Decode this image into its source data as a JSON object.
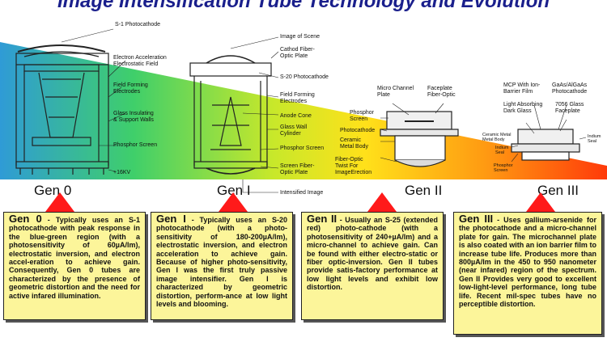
{
  "title": "Image Intensification Tube Technology and Evolution",
  "colors": {
    "title": "#1a1f8c",
    "card_bg": "#fcf59a",
    "pointer": "#ff1a1a",
    "gradient": [
      "#2f9bd6",
      "#3fcf6a",
      "#c8e82a",
      "#ffe11a",
      "#ff9a12",
      "#ff3a0a"
    ]
  },
  "generations": [
    {
      "name": "Gen 0"
    },
    {
      "name": "Gen I"
    },
    {
      "name": "Gen II"
    },
    {
      "name": "Gen III"
    }
  ],
  "labels": {
    "gen0": [
      "S-1 Photocathode",
      "Electron Acceleration\nElectrostatic Field",
      "Field Forming\nElectrodes",
      "Glass Insulating\n& Support Walls",
      "Phosphor Screen",
      "+16KV"
    ],
    "gen1": [
      "Image of Scene",
      "Cathod Fiber-\nOptic Plate",
      "S-20 Photocathode",
      "Field Forming\nElectrodes",
      "Anode Cone",
      "Glass Wall\nCylinder",
      "Phosphor Screen",
      "Screen Fiber-\nOptic Plate",
      "Intensified Image"
    ],
    "gen2": [
      "Micro Channel\nPlate",
      "Faceplate\nFiber-Optic",
      "Phosphor\nScreen",
      "Photocathode",
      "Ceramic\nMetal Body",
      "Fiber-Optic\nTwist For\nImageErection"
    ],
    "gen3": [
      "MCP With Ion-\nBarrier Film",
      "GaAs/AlGaAs\nPhotocathode",
      "Light Absorbing\nDark Glass",
      "7056 Glass\nFaceplate",
      "Ceramic Metal\nMetal Body",
      "Indium\nSeal",
      "Indium\nSeal",
      "Phosphor\nScreen"
    ]
  },
  "cards": [
    {
      "heading": "Gen 0",
      "text": " - Typically uses an S-1 photocathode with peak response in the blue-green region (with a photosensitivity of 60µA/lm), electrostatic inversion, and electron accel-eration to achieve gain. Consequently, Gen 0 tubes are characterized by the presence of geometric distortion and the need for active infared illumination."
    },
    {
      "heading": "Gen I",
      "text": " - Typically uses an S-20 photocathode (with a photo-sensitivity of 180-200µA/lm), electrostatic inversion, and electron acceleration to achieve gain. Because of higher photo-sensitivity, Gen I was the first truly passive image intensifier. Gen I is characterized by geometric distortion, perform-ance at low light levels and blooming."
    },
    {
      "heading": "Gen II",
      "text": " - Usually an S-25 (extended red) photo-cathode (with a photosensitivity of 240+µA/lm) and a micro-channel to achieve gain. Can be found with either electro-static or fiber optic-inversion. Gen II tubes provide satis-factory performance at low light levels and exhibit low distortion."
    },
    {
      "heading": "Gen III",
      "text": " - Uses gallium-arsenide for the photocathode and a micro-channel plate for gain. The microchannel plate is also coated with an ion barrier film to increase tube life. Produces more than 800µA/lm in the 450 to 950 nanometer (near infared) region of the spectrum. Gen II Provides very good to excellent low-light-level performance, long tube life. Recent mil-spec tubes have no perceptible distortion."
    }
  ]
}
